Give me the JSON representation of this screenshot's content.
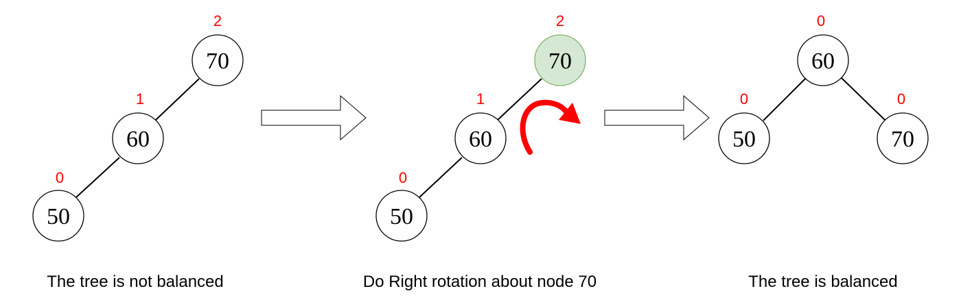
{
  "panels": [
    {
      "caption": "The tree is not balanced",
      "nodes": [
        {
          "value": "70",
          "balance": "2"
        },
        {
          "value": "60",
          "balance": "1"
        },
        {
          "value": "50",
          "balance": "0"
        }
      ]
    },
    {
      "caption": "Do Right rotation about node 70",
      "nodes": [
        {
          "value": "70",
          "balance": "2",
          "highlight_color": "#d5e8d4"
        },
        {
          "value": "60",
          "balance": "1"
        },
        {
          "value": "50",
          "balance": "0"
        }
      ]
    },
    {
      "caption": "The tree is balanced",
      "nodes": [
        {
          "value": "60",
          "balance": "0"
        },
        {
          "value": "50",
          "balance": "0"
        },
        {
          "value": "70",
          "balance": "0"
        }
      ]
    }
  ],
  "colors": {
    "balance_factor": "#ff0000",
    "rotation_arrow": "#ff0000",
    "highlight_fill": "#d5e8d4",
    "highlight_stroke": "#82b366"
  }
}
